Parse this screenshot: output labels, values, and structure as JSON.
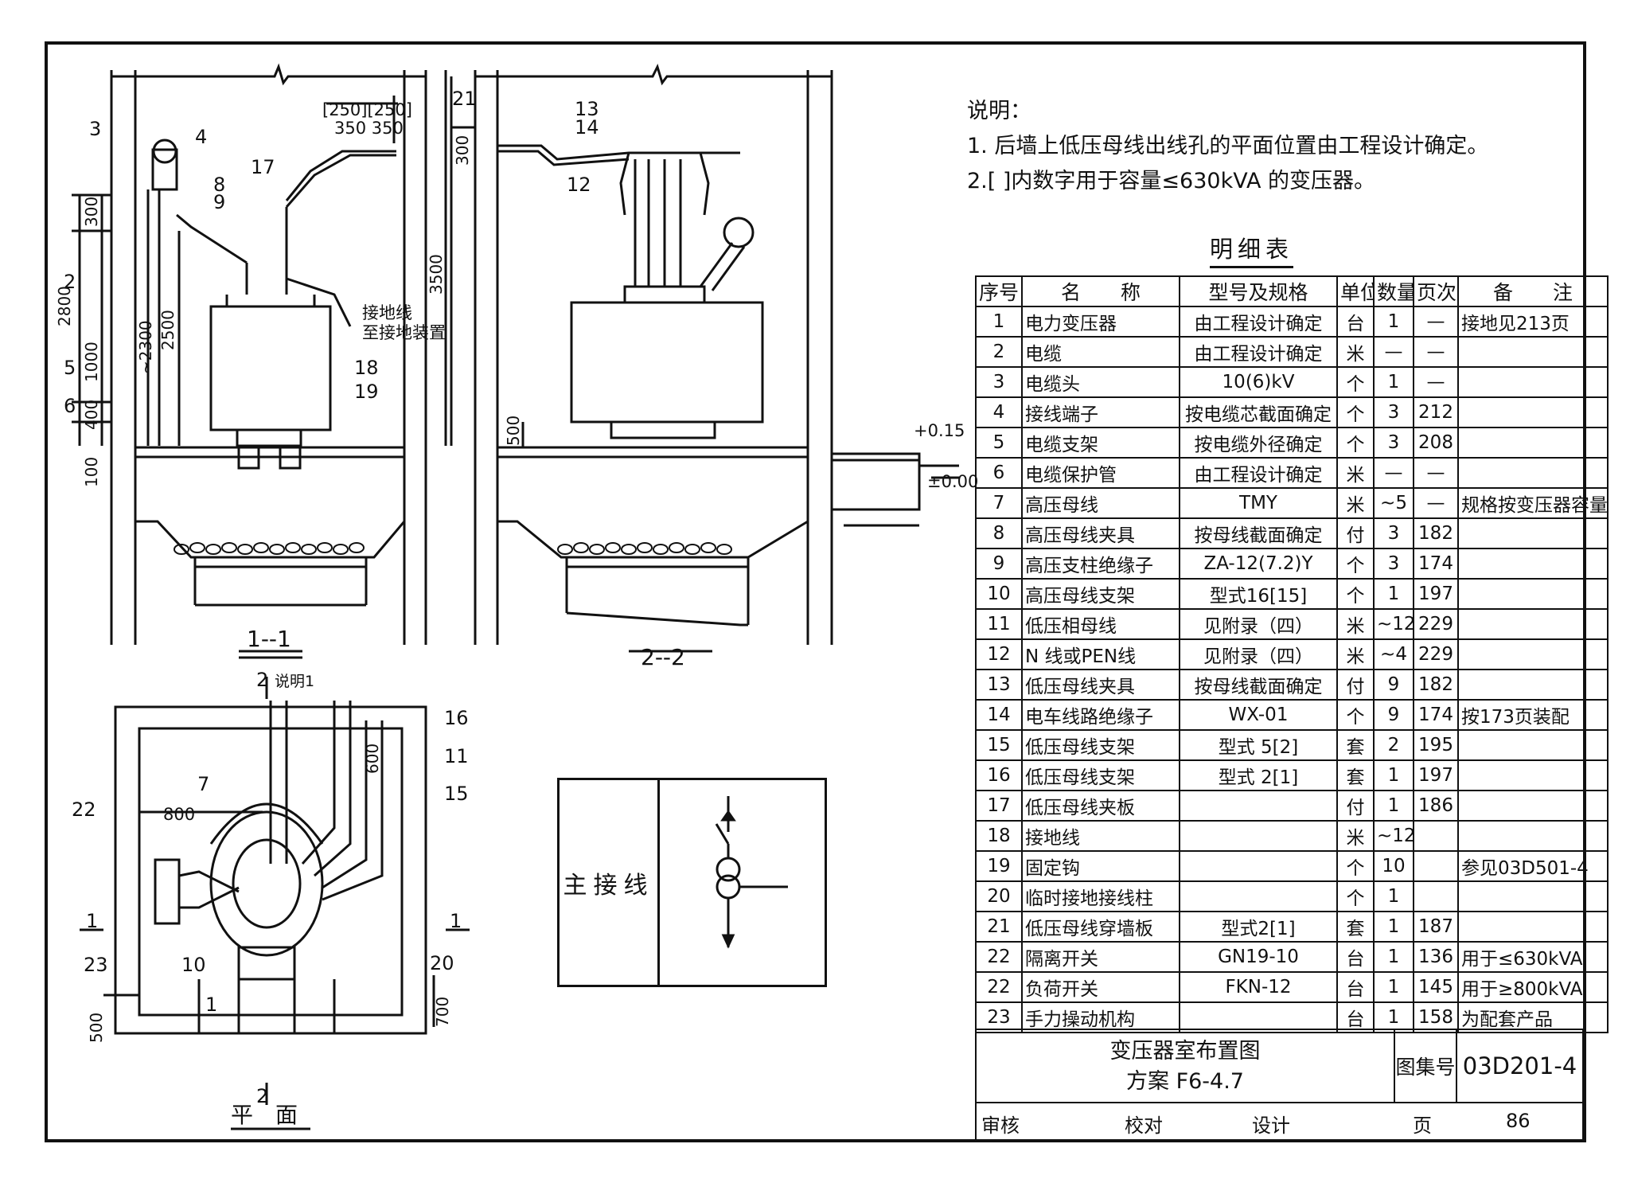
{
  "notes": {
    "heading": "说明：",
    "items": [
      "1. 后墙上低压母线出线孔的平面位置由工程设计确定。",
      "2.[ ]内数字用于容量≤630kVA 的变压器。"
    ]
  },
  "parts_table": {
    "title": "明细表",
    "headers": [
      "序号",
      "名　　称",
      "型号及规格",
      "单位",
      "数量",
      "页次",
      "备　　注"
    ],
    "rows": [
      [
        "1",
        "电力变压器",
        "由工程设计确定",
        "台",
        "1",
        "—",
        "接地见213页"
      ],
      [
        "2",
        "电缆",
        "由工程设计确定",
        "米",
        "—",
        "—",
        ""
      ],
      [
        "3",
        "电缆头",
        "10(6)kV",
        "个",
        "1",
        "—",
        ""
      ],
      [
        "4",
        "接线端子",
        "按电缆芯截面确定",
        "个",
        "3",
        "212",
        ""
      ],
      [
        "5",
        "电缆支架",
        "按电缆外径确定",
        "个",
        "3",
        "208",
        ""
      ],
      [
        "6",
        "电缆保护管",
        "由工程设计确定",
        "米",
        "—",
        "—",
        ""
      ],
      [
        "7",
        "高压母线",
        "TMY",
        "米",
        "~5",
        "—",
        "规格按变压器容量确定"
      ],
      [
        "8",
        "高压母线夹具",
        "按母线截面确定",
        "付",
        "3",
        "182",
        ""
      ],
      [
        "9",
        "高压支柱绝缘子",
        "ZA-12(7.2)Y",
        "个",
        "3",
        "174",
        ""
      ],
      [
        "10",
        "高压母线支架",
        "型式16[15]",
        "个",
        "1",
        "197",
        ""
      ],
      [
        "11",
        "低压相母线",
        "见附录（四）",
        "米",
        "~12",
        "229",
        ""
      ],
      [
        "12",
        "N 线或PEN线",
        "见附录（四）",
        "米",
        "~4",
        "229",
        ""
      ],
      [
        "13",
        "低压母线夹具",
        "按母线截面确定",
        "付",
        "9",
        "182",
        ""
      ],
      [
        "14",
        "电车线路绝缘子",
        "WX-01",
        "个",
        "9",
        "174",
        "按173页装配"
      ],
      [
        "15",
        "低压母线支架",
        "型式 5[2]",
        "套",
        "2",
        "195",
        ""
      ],
      [
        "16",
        "低压母线支架",
        "型式 2[1]",
        "套",
        "1",
        "197",
        ""
      ],
      [
        "17",
        "低压母线夹板",
        "",
        "付",
        "1",
        "186",
        ""
      ],
      [
        "18",
        "接地线",
        "",
        "米",
        "~12",
        "",
        ""
      ],
      [
        "19",
        "固定钩",
        "",
        "个",
        "10",
        "",
        "参见03D501-4"
      ],
      [
        "20",
        "临时接地接线柱",
        "",
        "个",
        "1",
        "",
        ""
      ],
      [
        "21",
        "低压母线穿墙板",
        "型式2[1]",
        "套",
        "1",
        "187",
        ""
      ],
      [
        "22",
        "隔离开关",
        "GN19-10",
        "台",
        "1",
        "136",
        "用于≤630kVA"
      ],
      [
        "22",
        "负荷开关",
        "FKN-12",
        "台",
        "1",
        "145",
        "用于≥800kVA"
      ],
      [
        "23",
        "手力操动机构",
        "",
        "台",
        "1",
        "158",
        "为配套产品"
      ]
    ]
  },
  "title_block": {
    "drawing_title": "变压器室布置图",
    "scheme": "方案 F6-4.7",
    "atlas_label": "图集号",
    "atlas_code": "03D201-4",
    "review_label": "审核",
    "check_label": "校对",
    "design_label": "设计",
    "page_label": "页",
    "page_number": "86"
  },
  "main_wiring": {
    "label": "主接线"
  },
  "section_1": {
    "label": "1--1",
    "dim_300": "300",
    "dim_2800": "2800",
    "dim_2300": "~2300",
    "dim_2500": "2500",
    "dim_1000": "1000",
    "dim_400": "400",
    "dim_100": "100",
    "dim_3500": "3500",
    "dim_top": "[250][250]",
    "dim_top2": "350 350",
    "ground_note_1": "接地线",
    "ground_note_2": "至接地装置",
    "callouts": [
      "3",
      "4",
      "8",
      "9",
      "17",
      "2",
      "5",
      "6",
      "18",
      "19"
    ]
  },
  "section_2": {
    "label": "2--2",
    "dim_300": "300",
    "dim_500": "500",
    "level_015": "+0.15",
    "level_000": "±0.00",
    "callouts": [
      "21",
      "13",
      "14",
      "12"
    ]
  },
  "plan": {
    "label": "平　面",
    "note": "说明1",
    "dim_600": "600",
    "dim_800": "800",
    "dim_500": "500",
    "dim_700": "700",
    "callouts": [
      "16",
      "11",
      "15",
      "22",
      "7",
      "10",
      "23",
      "1",
      "20"
    ],
    "marks": {
      "s1": "1",
      "s2": "2"
    }
  }
}
